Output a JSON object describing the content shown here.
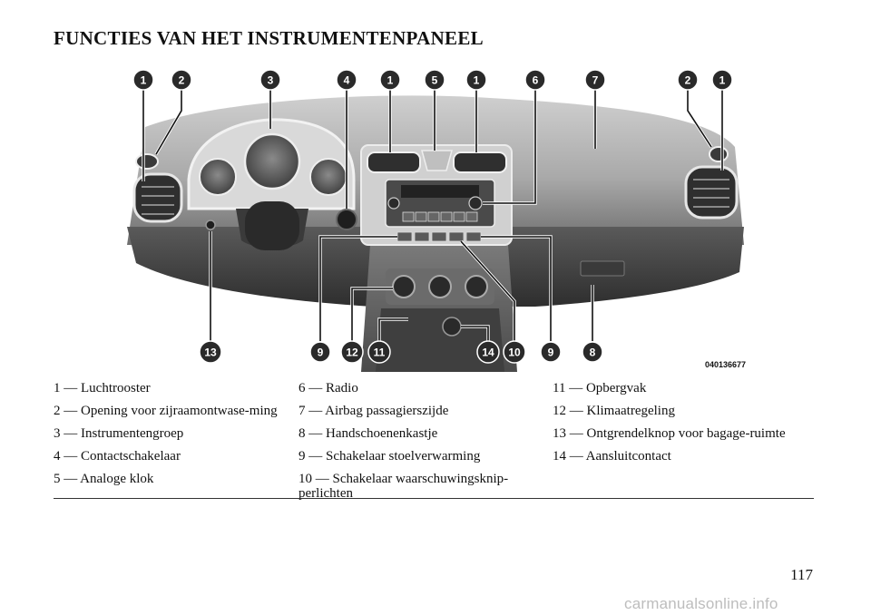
{
  "title": "FUNCTIES VAN HET INSTRUMENTENPANEEL",
  "figure": {
    "image_code": "040136677",
    "callouts_top": [
      "1",
      "2",
      "3",
      "4",
      "1",
      "5",
      "1",
      "6",
      "7",
      "2",
      "1"
    ],
    "callouts_bottom": [
      "13",
      "9",
      "12",
      "11",
      "14",
      "10",
      "9",
      "8"
    ]
  },
  "legend": {
    "col1": [
      "1 — Luchtrooster",
      "2 — Opening voor zijraamontwase-ming",
      "3 — Instrumentengroep",
      "4 — Contactschakelaar",
      "5 — Analoge klok"
    ],
    "col2": [
      "6 — Radio",
      "7 — Airbag passagierszijde",
      "8 — Handschoenenkastje",
      "9 — Schakelaar stoelverwarming",
      "10 — Schakelaar waarschuwingsknip-perlichten"
    ],
    "col3": [
      "11 — Opbergvak",
      "12 — Klimaatregeling",
      "13 — Ontgrendelknop voor bagage-ruimte",
      "14 — Aansluitcontact"
    ]
  },
  "page_number": "117",
  "watermark": "carmanualsonline.info"
}
